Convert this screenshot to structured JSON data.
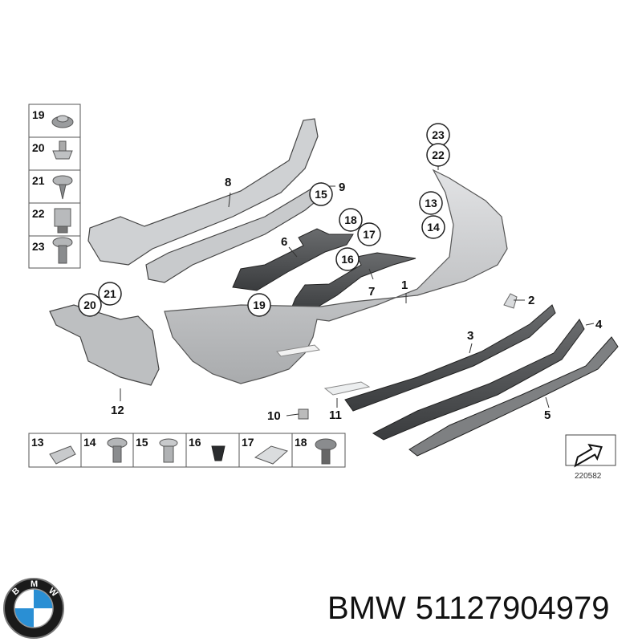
{
  "diagram": {
    "callouts": [
      {
        "id": "c1",
        "label": "1"
      },
      {
        "id": "c2",
        "label": "2"
      },
      {
        "id": "c3",
        "label": "3"
      },
      {
        "id": "c4",
        "label": "4"
      },
      {
        "id": "c5",
        "label": "5"
      },
      {
        "id": "c6",
        "label": "6"
      },
      {
        "id": "c7",
        "label": "7"
      },
      {
        "id": "c8",
        "label": "8"
      },
      {
        "id": "c9",
        "label": "9"
      },
      {
        "id": "c10",
        "label": "10"
      },
      {
        "id": "c11",
        "label": "11"
      },
      {
        "id": "c12",
        "label": "12"
      }
    ],
    "circled": [
      {
        "id": "k23",
        "label": "23"
      },
      {
        "id": "k22",
        "label": "22"
      },
      {
        "id": "k13",
        "label": "13"
      },
      {
        "id": "k14",
        "label": "14"
      },
      {
        "id": "k15",
        "label": "15"
      },
      {
        "id": "k18",
        "label": "18"
      },
      {
        "id": "k17",
        "label": "17"
      },
      {
        "id": "k16",
        "label": "16"
      },
      {
        "id": "k19",
        "label": "19"
      },
      {
        "id": "k21",
        "label": "21"
      },
      {
        "id": "k20",
        "label": "20"
      }
    ],
    "left_legend": [
      "19",
      "20",
      "21",
      "22",
      "23"
    ],
    "bottom_legend": [
      "13",
      "14",
      "15",
      "16",
      "17",
      "18"
    ],
    "diagram_number": "220582"
  },
  "caption": {
    "brand": "BMW",
    "part_number": "51127904979"
  },
  "icons": {
    "logo": "bmw-roundel-icon",
    "arrow": "direction-arrow-icon"
  },
  "colors": {
    "bumper": "#c4c6c8",
    "dark_part": "#4a4c4e",
    "light_part": "#dcdedf",
    "logo_blue": "#2a8fd4"
  }
}
